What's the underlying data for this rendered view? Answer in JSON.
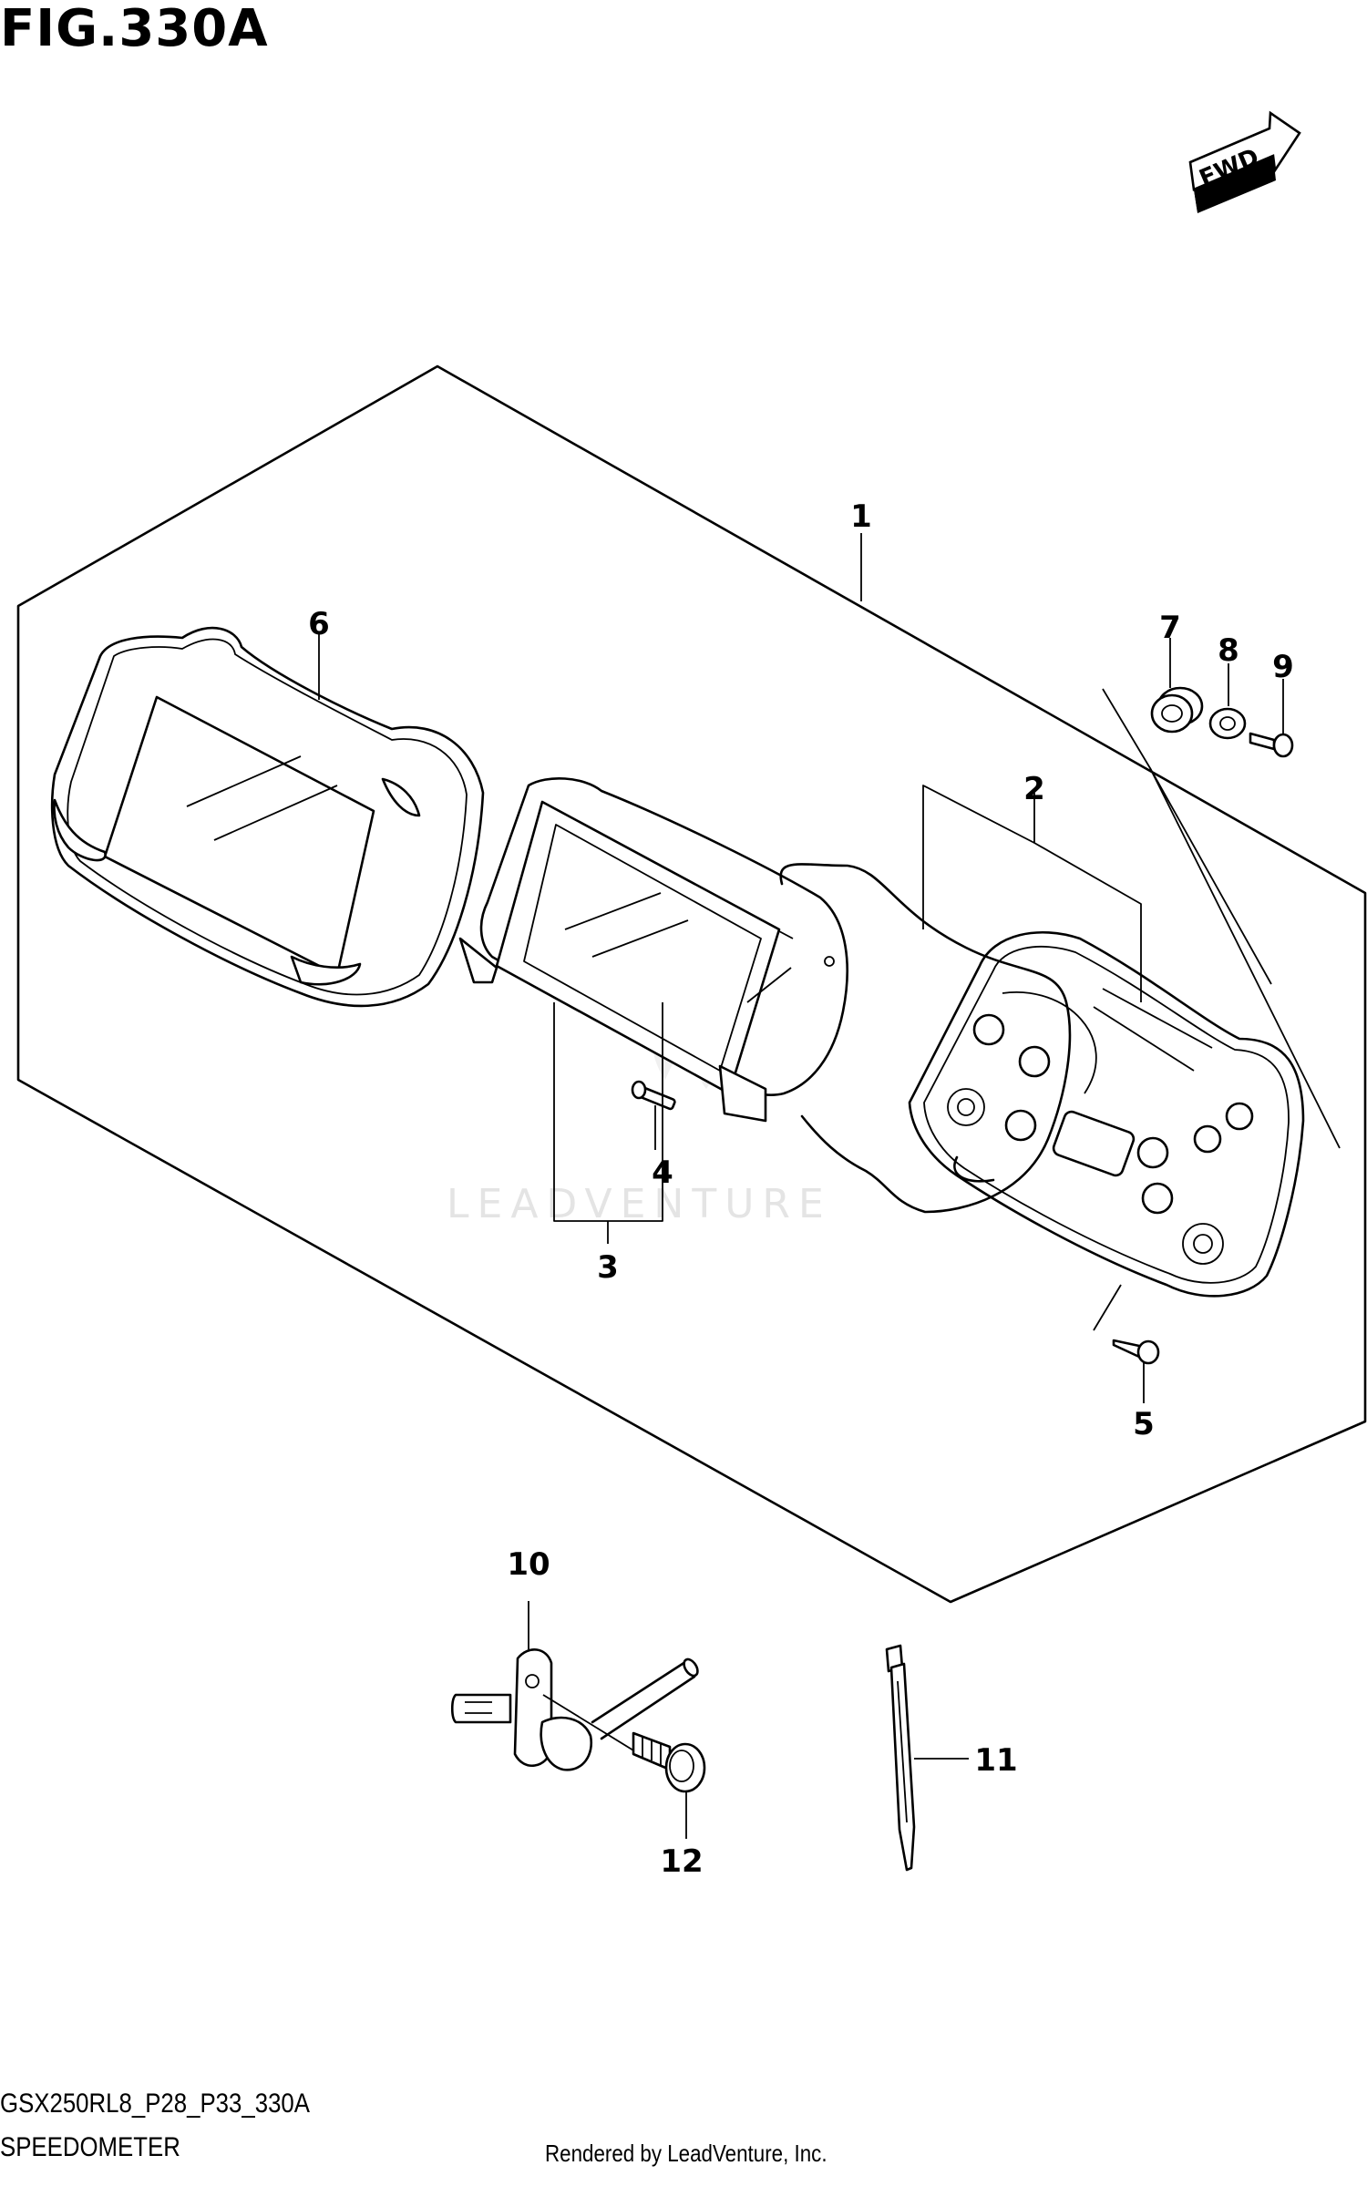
{
  "figure_title": "FIG.330A",
  "direction_tag": "FWD",
  "watermark": "LEADVENTURE",
  "callouts": [
    "1",
    "2",
    "3",
    "4",
    "5",
    "6",
    "7",
    "8",
    "9",
    "10",
    "11",
    "12"
  ],
  "footer": {
    "model_code": "GSX250RL8_P28_P33_330A",
    "section_name": "SPEEDOMETER",
    "rendered_by": "Rendered by LeadVenture, Inc."
  }
}
